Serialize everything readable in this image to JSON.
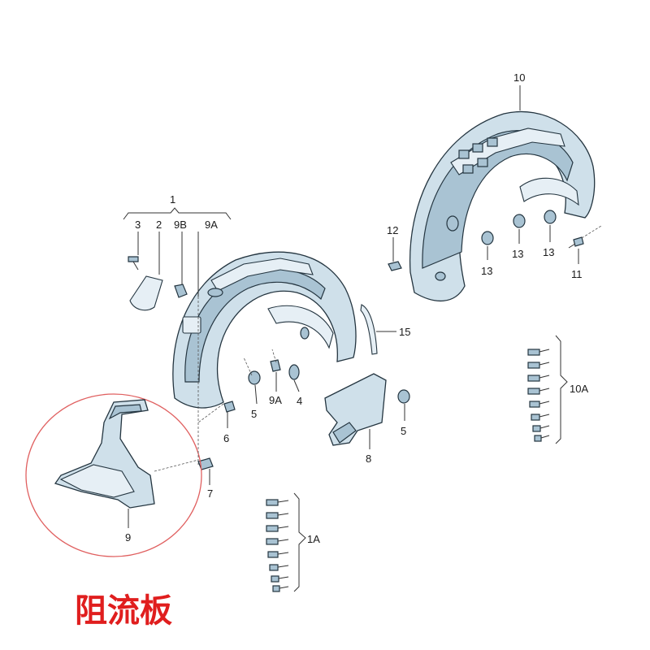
{
  "labels": {
    "l1": "1",
    "l2": "2",
    "l3": "3",
    "l9b": "9B",
    "l9a_top": "9A",
    "l10": "10",
    "l12": "12",
    "l13a": "13",
    "l13b": "13",
    "l13c": "13",
    "l11": "11",
    "l15": "15",
    "l9a_mid": "9A",
    "l4": "4",
    "l5a": "5",
    "l5b": "5",
    "l6": "6",
    "l7": "7",
    "l8": "8",
    "l9": "9",
    "l10a": "10A",
    "l1a": "1A"
  },
  "caption": "阻流板",
  "colors": {
    "highlight_circle": "#e06060",
    "caption": "#e01e1e"
  }
}
